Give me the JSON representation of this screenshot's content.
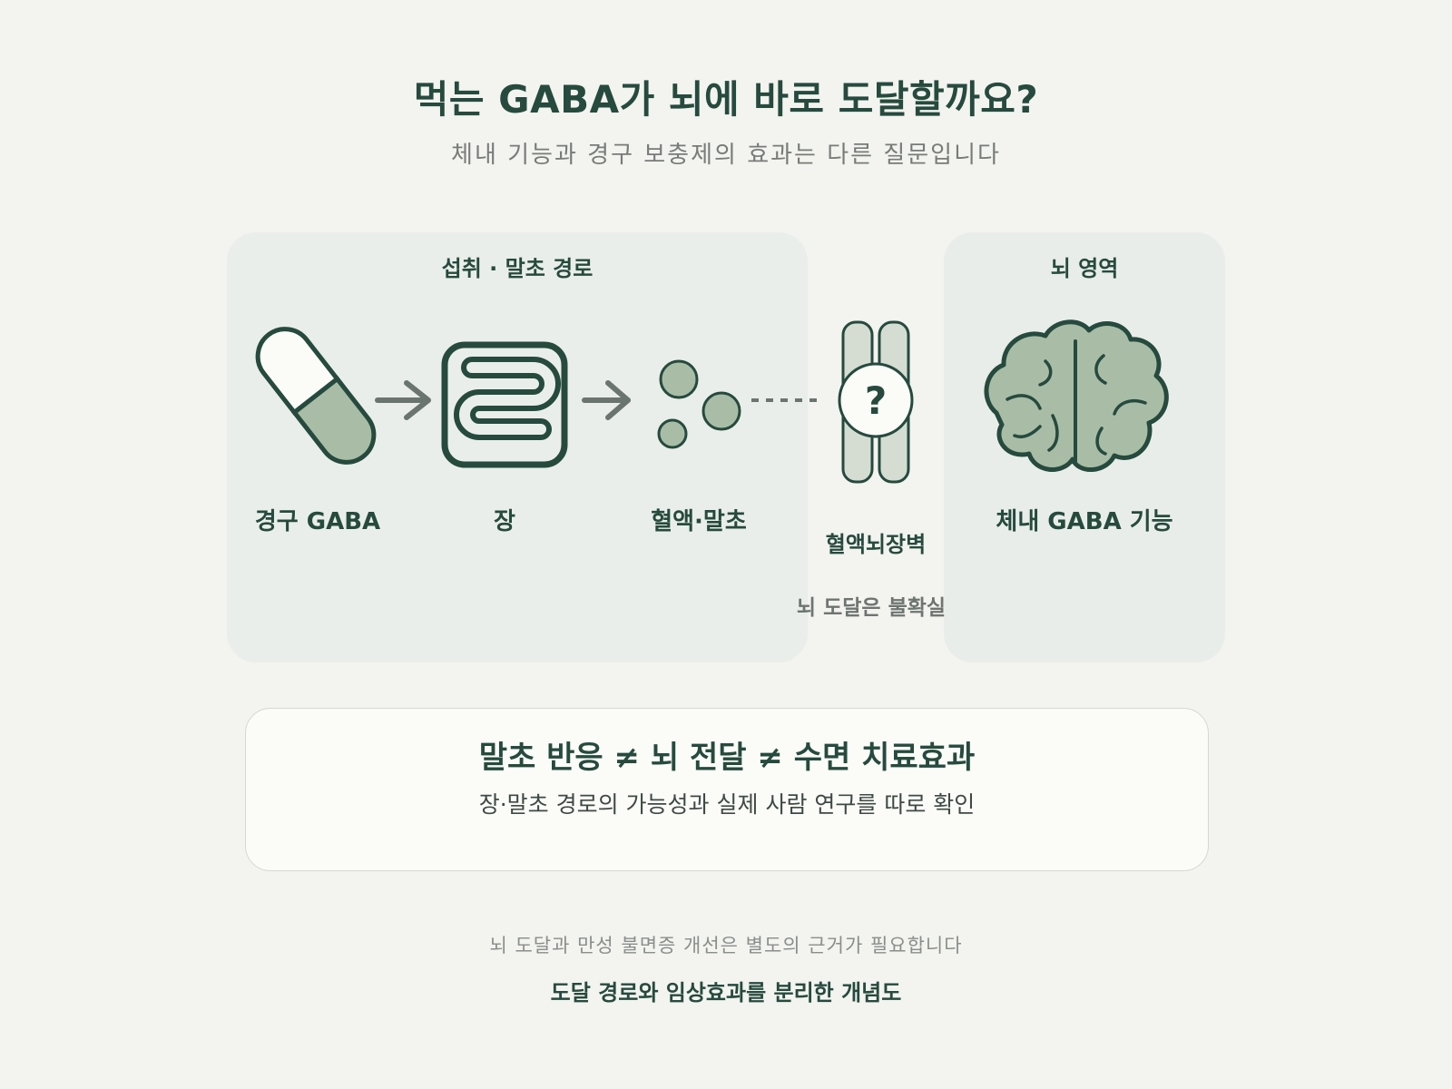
{
  "header": {
    "title": "먹는 GABA가 뇌에 바로 도달할까요?",
    "subtitle": "체내 기능과 경구 보충제의 효과는 다른 질문입니다"
  },
  "panels": {
    "peripheral_title": "섭취 · 말초 경로",
    "brain_title": "뇌 영역"
  },
  "nodes": {
    "oral_gaba": "경구 GABA",
    "gut": "장",
    "blood": "혈액·말초",
    "bbb": "혈액뇌장벽",
    "brain_gaba": "체내 GABA 기능"
  },
  "barrier": {
    "symbol": "?",
    "note": "뇌 도달은 불확실"
  },
  "summary": {
    "headline": "말초 반응 ≠ 뇌 전달 ≠ 수면 치료효과",
    "detail": "장·말초 경로의 가능성과 실제 사람 연구를 따로 확인"
  },
  "footer": {
    "note": "뇌 도달과 만성 불면증 개선은 별도의 근거가 필요합니다",
    "caption": "도달 경로와 임상효과를 분리한 개념도"
  },
  "colors": {
    "dark_green": "#264a3e",
    "sage": "#a9bda6",
    "light_sage": "#d5ddd3",
    "arrow_gray": "#6b756f",
    "panel_bg": "#eaeeea"
  },
  "icons": [
    "capsule-icon",
    "intestine-icon",
    "molecules-icon",
    "barrier-icon",
    "brain-icon"
  ]
}
